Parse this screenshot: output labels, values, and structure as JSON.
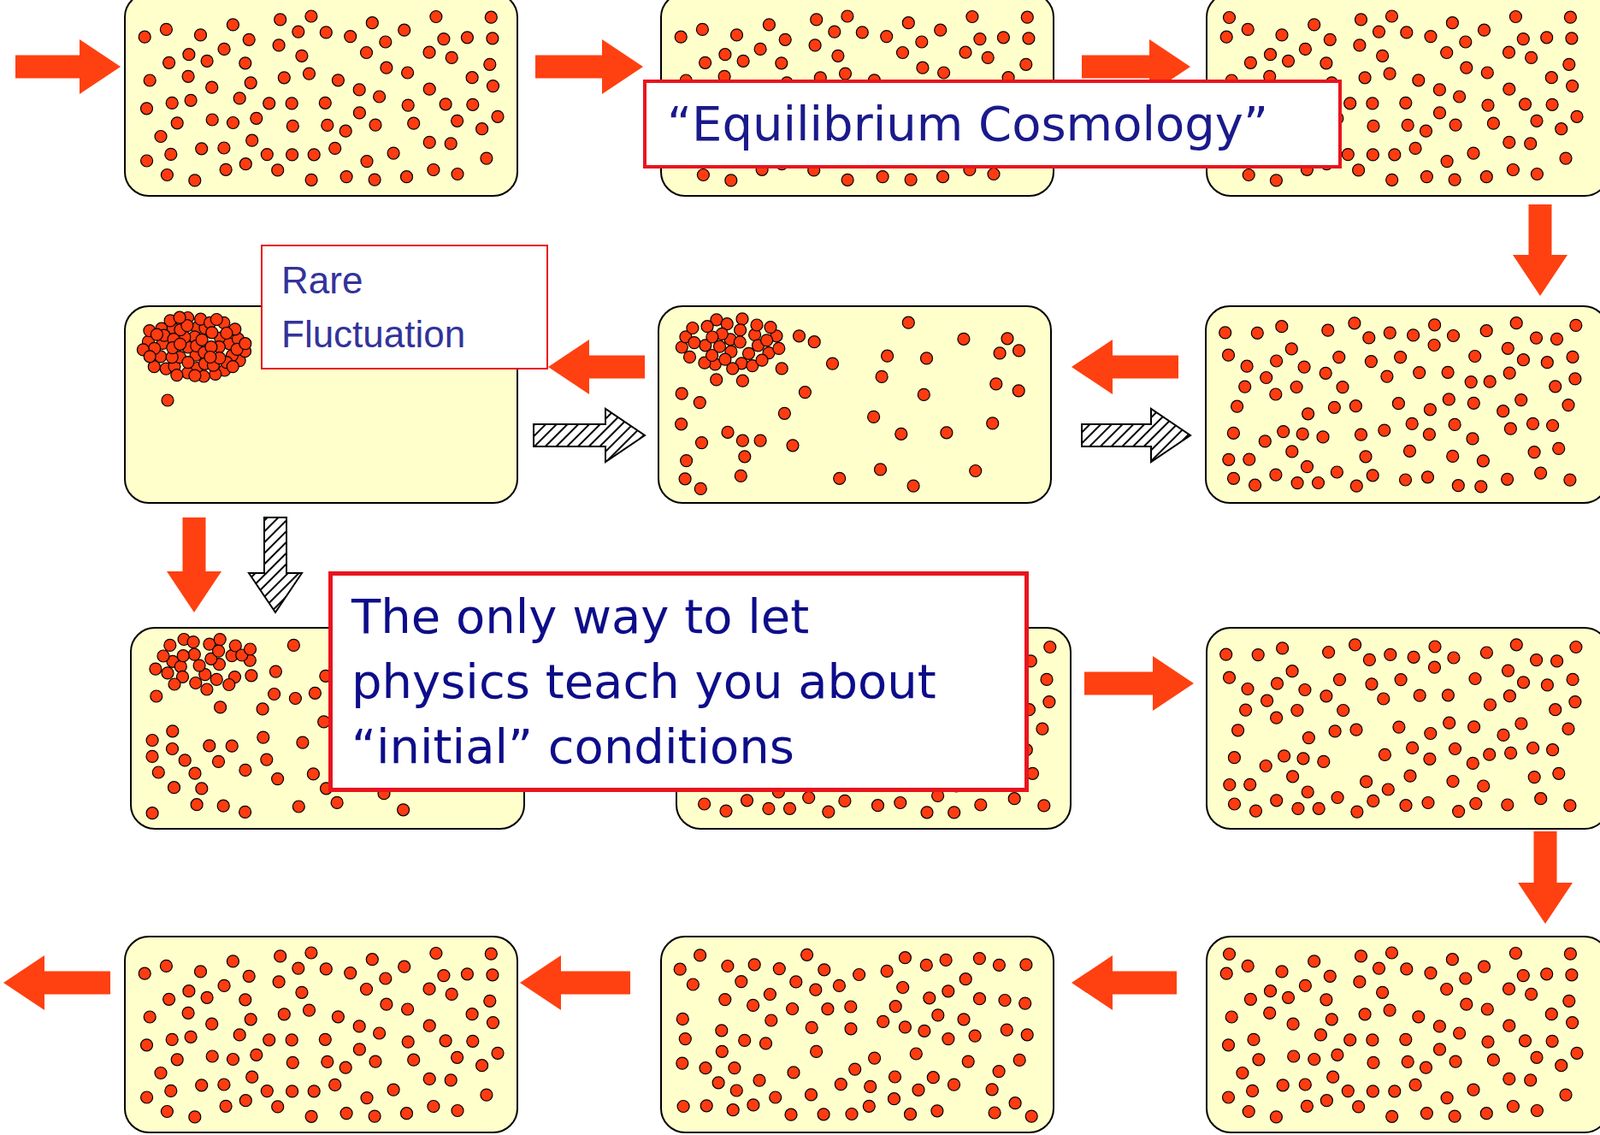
{
  "diagram": {
    "nodes": [
      {
        "text": [
          "“Equilibrium Cosmology”"
        ]
      },
      {
        "text": [
          "Rare Fluctuation"
        ]
      },
      {
        "text": [
          "The only way to let physics teach you about “initial” conditions"
        ]
      }
    ]
  }
}
